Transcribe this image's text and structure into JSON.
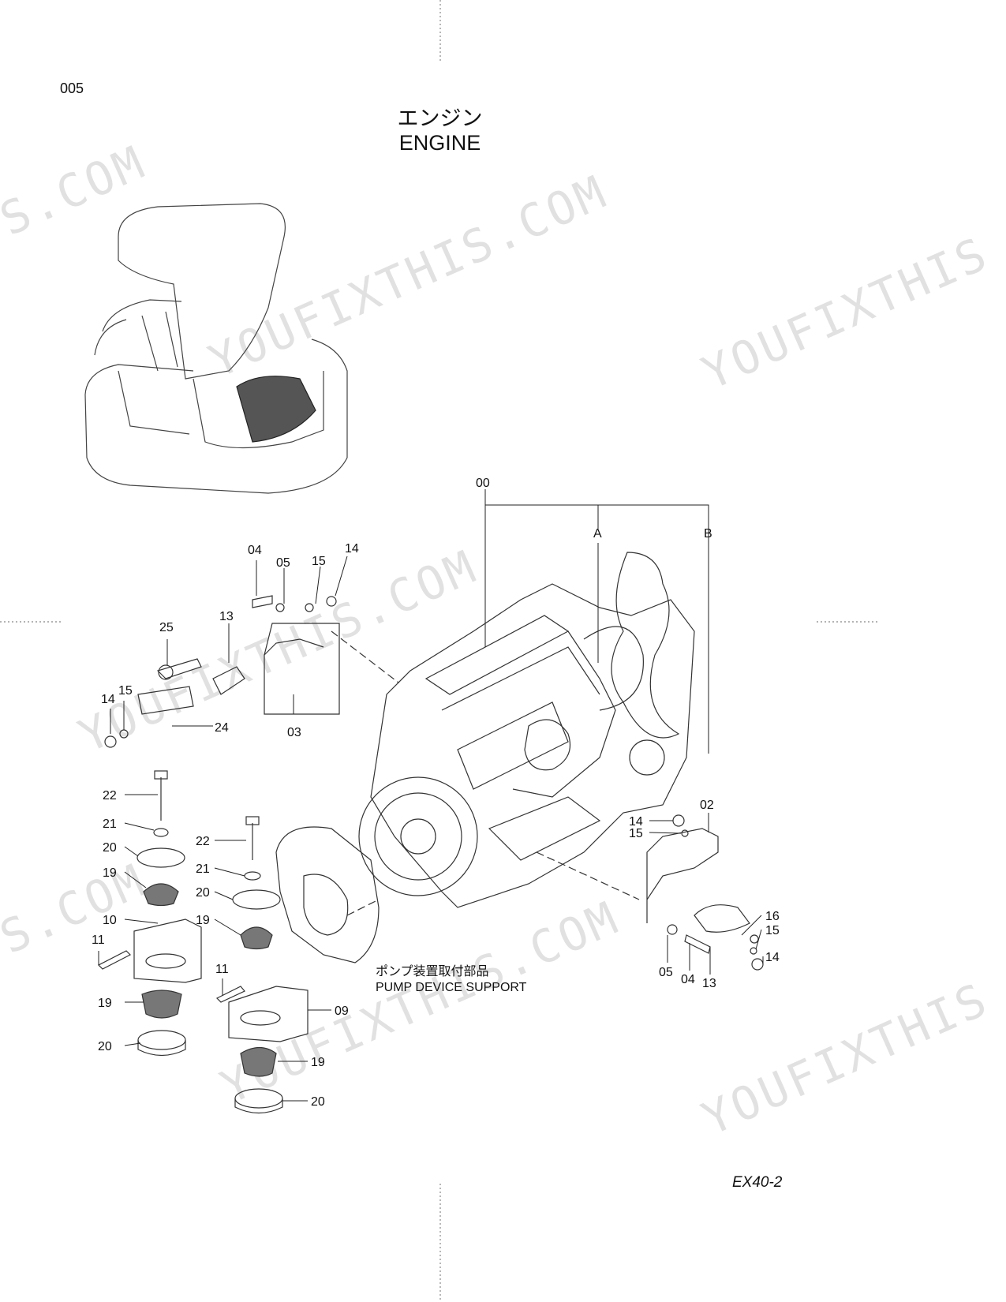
{
  "page": {
    "number": "005",
    "model": "EX40-2"
  },
  "title": {
    "jp": "エンジン",
    "en": "ENGINE"
  },
  "note": {
    "jp": "ポンプ装置取付部品",
    "en": "PUMP  DEVICE  SUPPORT"
  },
  "watermark": {
    "text_full": "YOUFIXTHIS.COM",
    "text_tail": "S.COM",
    "text_head": "YOUFIXTHIS",
    "color": "#c9c9c9"
  },
  "callouts": {
    "c00": "00",
    "cA": "A",
    "cB": "B",
    "c04a": "04",
    "c05a": "05",
    "c15a": "15",
    "c14a": "14",
    "c25": "25",
    "c13a": "13",
    "c14b": "14",
    "c15b": "15",
    "c24": "24",
    "c03": "03",
    "c22a": "22",
    "c21a": "21",
    "c20a": "20",
    "c19a": "19",
    "c10": "10",
    "c11a": "11",
    "c19b": "19",
    "c20b": "20",
    "c22b": "22",
    "c21b": "21",
    "c20c": "20",
    "c19c": "19",
    "c11b": "11",
    "c09": "09",
    "c19d": "19",
    "c20d": "20",
    "c14c": "14",
    "c15c": "15",
    "c02": "02",
    "c16": "16",
    "c15d": "15",
    "c14d": "14",
    "c05b": "05",
    "c04b": "04",
    "c13b": "13"
  }
}
